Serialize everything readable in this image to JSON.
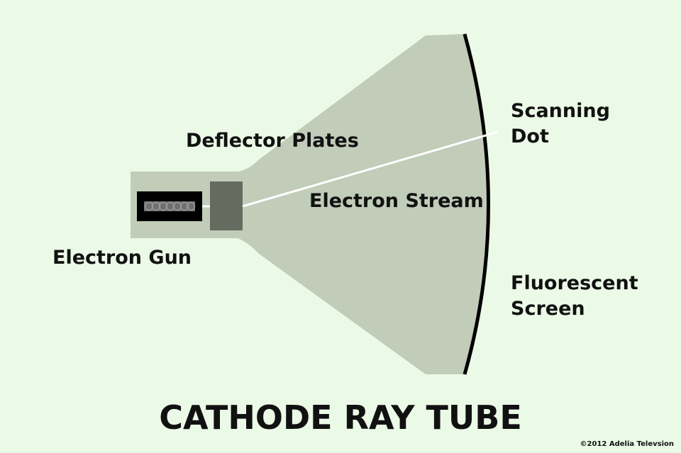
{
  "title": "CATHODE RAY TUBE",
  "labels": {
    "deflector_plates": "Deflector Plates",
    "electron_stream": "Electron Stream",
    "electron_gun": "Electron Gun",
    "scanning_dot_line1": "Scanning",
    "scanning_dot_line2": "Dot",
    "fluorescent_line1": "Fluorescent",
    "fluorescent_line2": "Screen"
  },
  "copyright": "©2012 Adelia Televsion",
  "colors": {
    "background": "#ebfae6",
    "tube": "#c1ccb9",
    "plates": "#656c5f",
    "screen_edge": "#000000",
    "beam": "#ffffff"
  }
}
